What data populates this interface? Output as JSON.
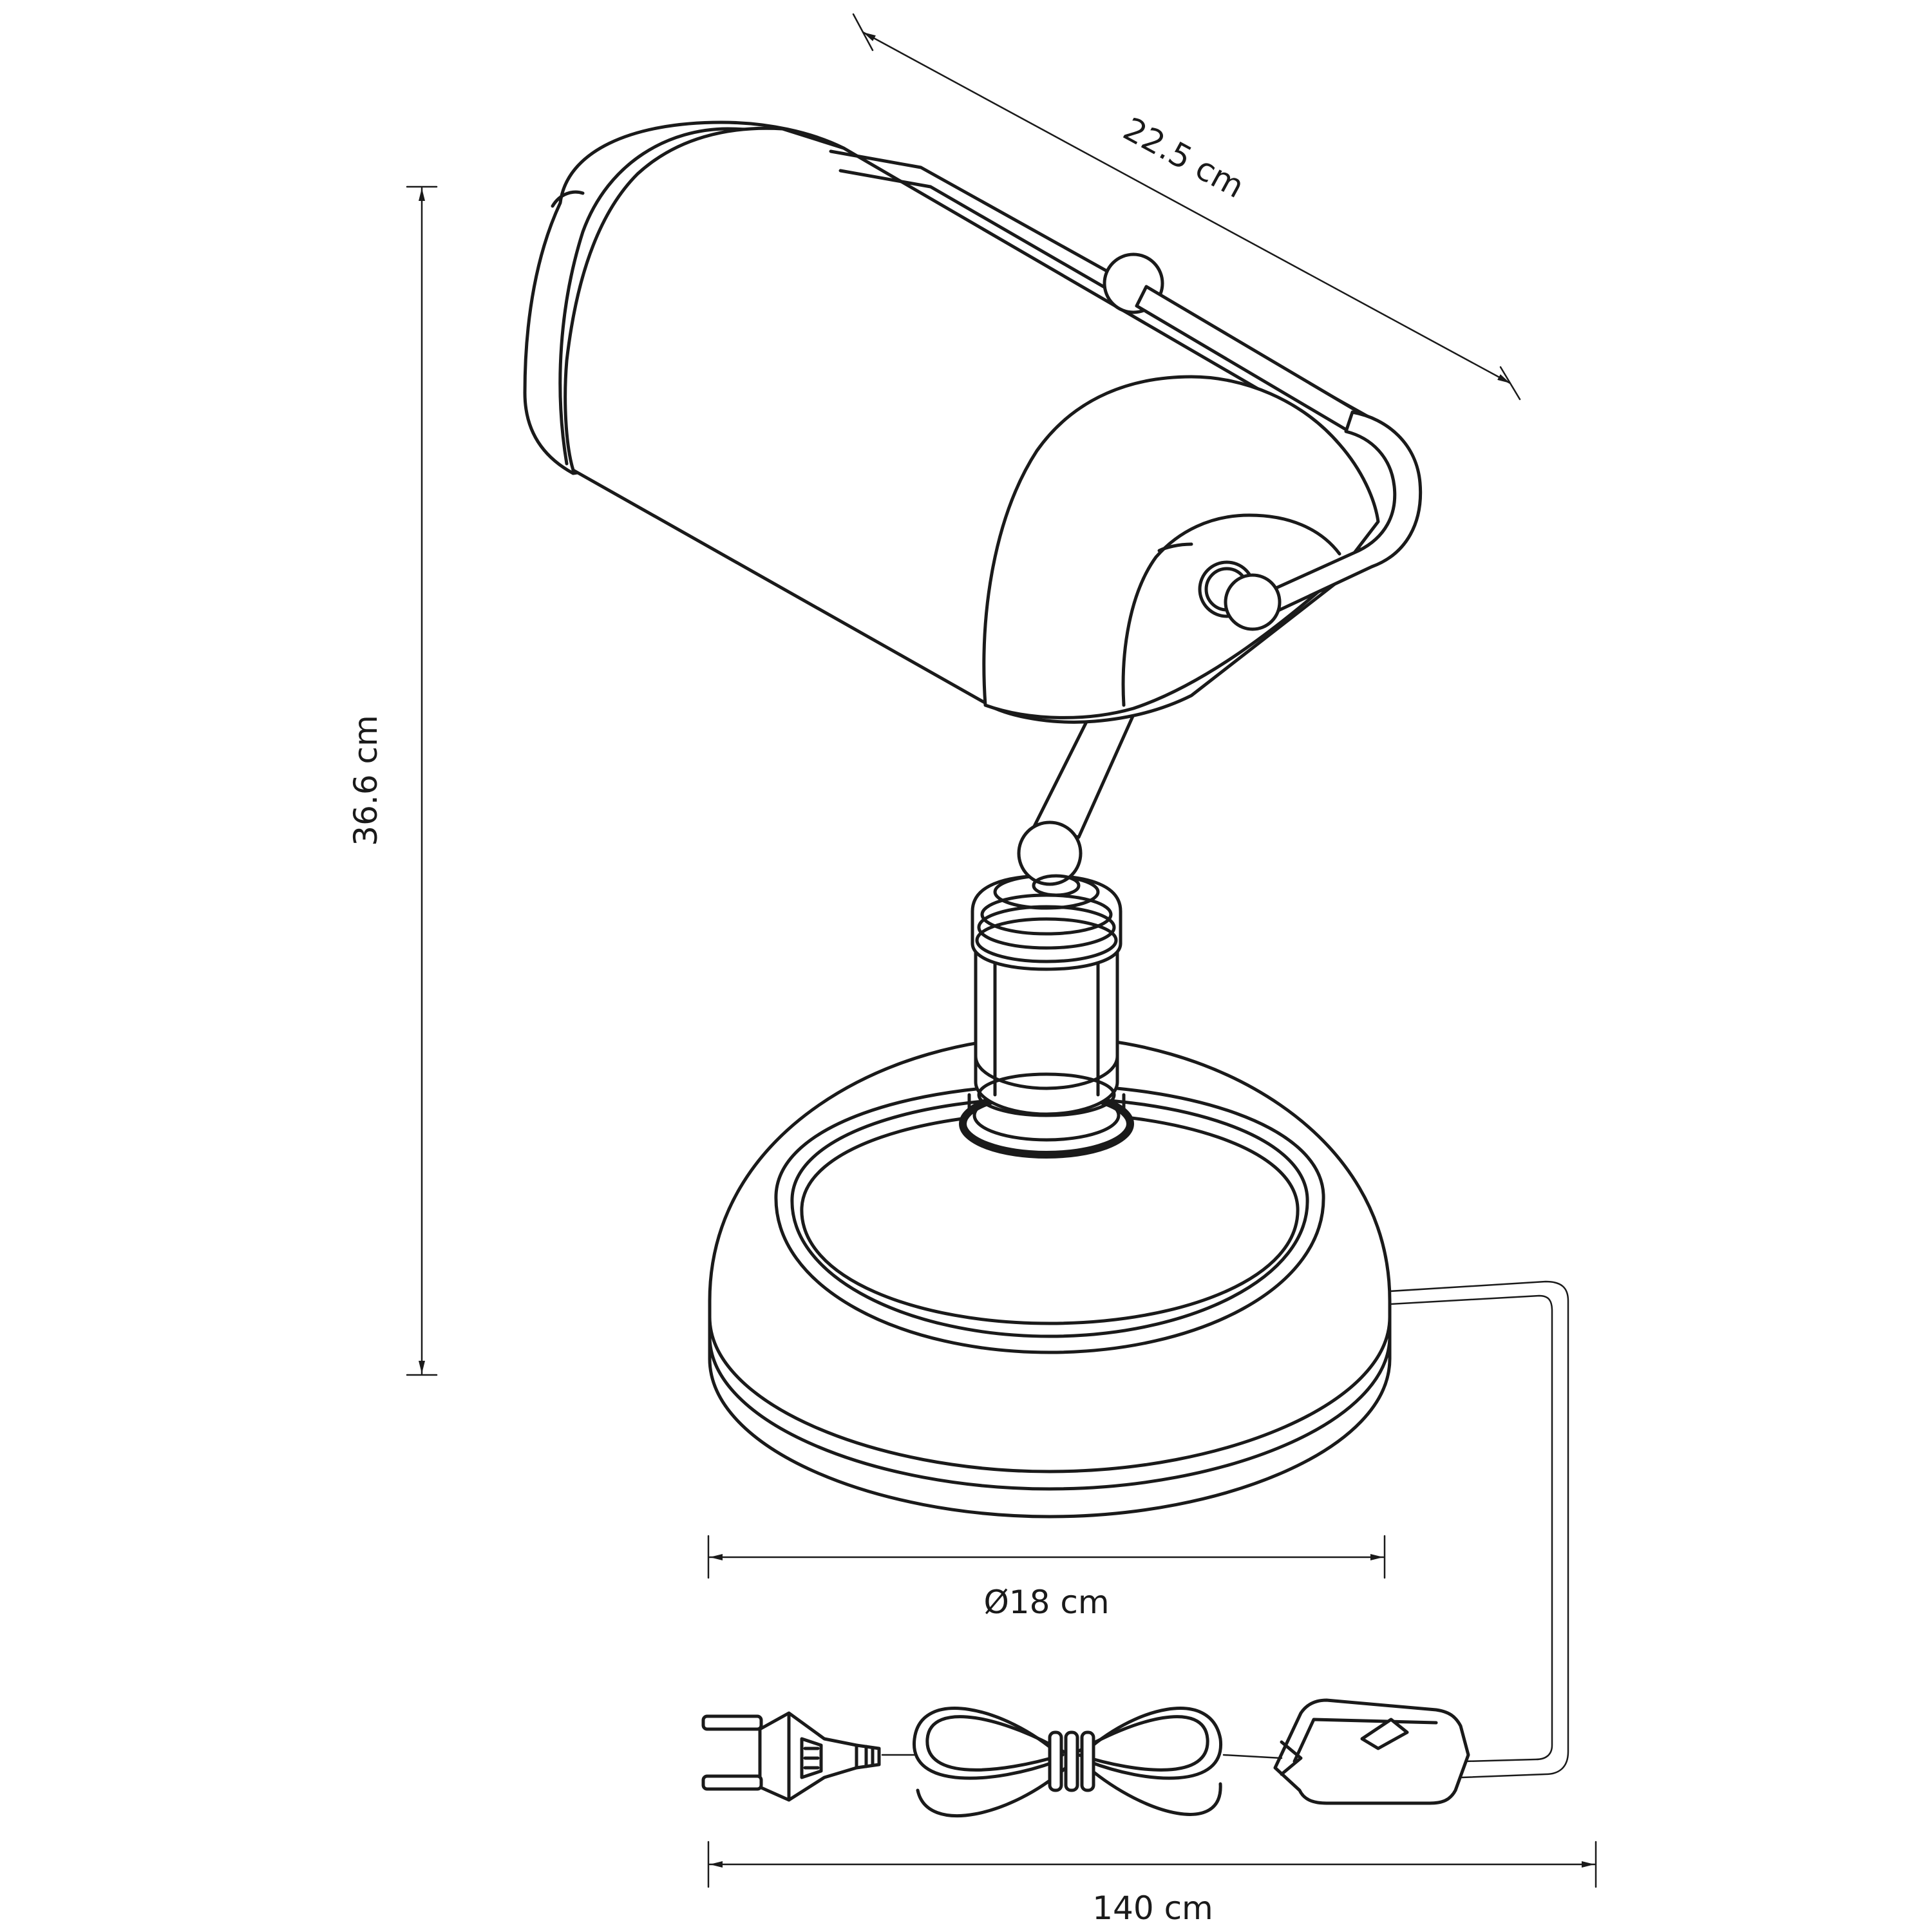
{
  "dimensions": {
    "shade_width": "22.5 cm",
    "height": "36.6 cm",
    "base_diameter": "Ø18 cm",
    "cable_length": "140 cm"
  },
  "colors": {
    "line": "#1a1a1a",
    "background": "#ffffff"
  }
}
